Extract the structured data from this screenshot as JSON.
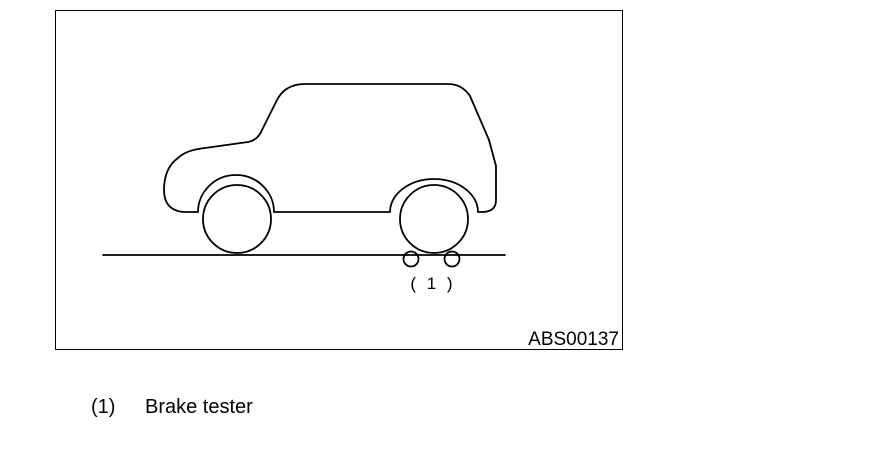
{
  "figure": {
    "callout": "( 1 )",
    "code": "ABS00137"
  },
  "legend": {
    "items": [
      {
        "number": "(1)",
        "text": "Brake tester"
      }
    ]
  }
}
